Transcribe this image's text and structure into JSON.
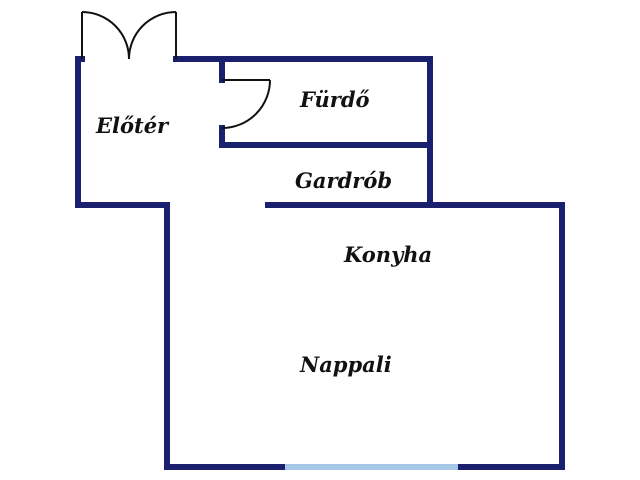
{
  "rooms": {
    "eloter": "Előtér",
    "furdo": "Fürdő",
    "gardrob": "Gardrób",
    "konyha": "Konyha",
    "nappali": "Nappali"
  },
  "colors": {
    "wall": "#1a1f6e",
    "window": "#a7c7e7",
    "door": "#111111",
    "background": "#ffffff"
  }
}
